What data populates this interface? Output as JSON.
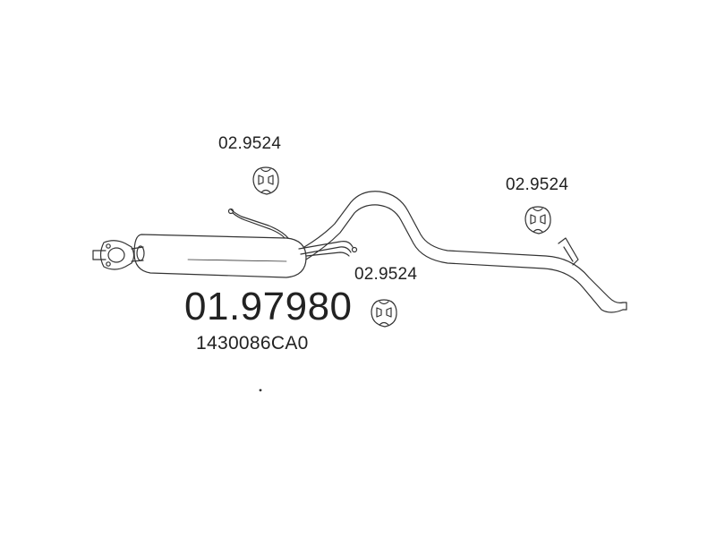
{
  "diagram": {
    "main_part_number": "01.97980",
    "oem_part_number": "1430086CA0",
    "hanger_labels": {
      "top": "02.9524",
      "middle": "02.9524",
      "right": "02.9524"
    }
  }
}
